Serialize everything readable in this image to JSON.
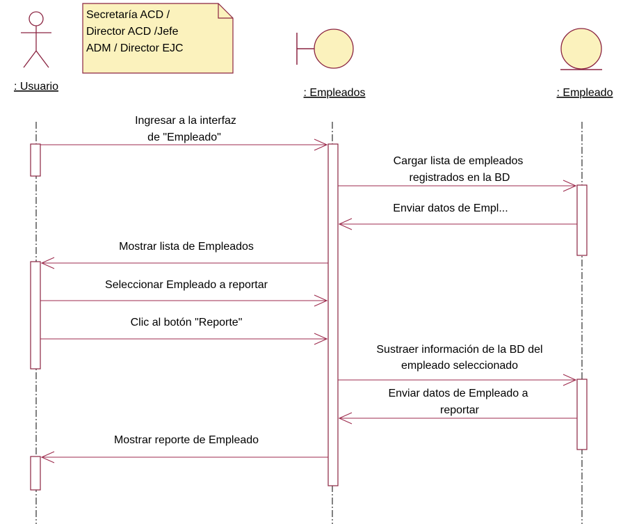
{
  "colors": {
    "message_line": "#9c2a4c",
    "activation_fill": "#ffffff",
    "object_fill": "#fbf2bd",
    "note_fill": "#fbf2bd",
    "lifeline": "#000000"
  },
  "participants": [
    {
      "label": ": Usuario",
      "icon": "actor-icon"
    },
    {
      "label": ": Empleados",
      "icon": "boundary-icon"
    },
    {
      "label": ": Empleado",
      "icon": "entity-icon"
    }
  ],
  "note": {
    "lines": [
      "Secretaría ACD /",
      "Director ACD /Jefe",
      "ADM / Director EJC"
    ]
  },
  "messages": [
    {
      "lines": [
        "Ingresar a la interfaz",
        "de \"Empleado\""
      ]
    },
    {
      "lines": [
        "Cargar lista de empleados",
        "registrados en la BD"
      ]
    },
    {
      "lines": [
        "Enviar datos de Empl..."
      ]
    },
    {
      "lines": [
        "Mostrar lista de Empleados"
      ]
    },
    {
      "lines": [
        "Seleccionar Empleado a reportar"
      ]
    },
    {
      "lines": [
        "Clic al botón \"Reporte\""
      ]
    },
    {
      "lines": [
        "Sustraer información de la BD del",
        "empleado seleccionado"
      ]
    },
    {
      "lines": [
        "Enviar datos de Empleado a",
        "reportar"
      ]
    },
    {
      "lines": [
        "Mostrar reporte de Empleado"
      ]
    }
  ]
}
